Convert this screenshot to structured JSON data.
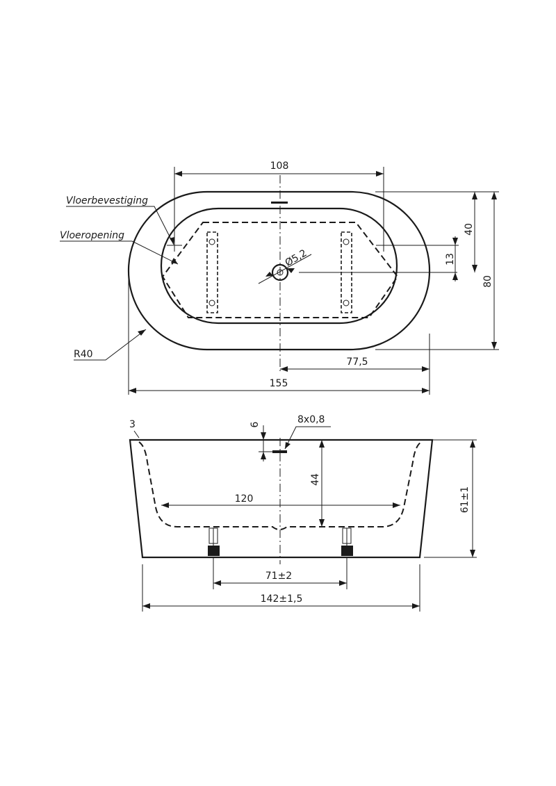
{
  "labels": {
    "vloerbevestiging": "Vloerbevestiging",
    "vloeropening": "Vloeropening",
    "radius": "R40"
  },
  "top_view": {
    "dim_inner_width": "108",
    "dim_outer_length": "155",
    "dim_half_length": "77,5",
    "dim_width": "80",
    "dim_fix_offset": "40",
    "dim_drain_offset": "13",
    "dim_drain_diameter": "Ø5,2"
  },
  "side_view": {
    "dim_rim": "3",
    "dim_overflow_offset": "6",
    "dim_overflow_size": "8x0,8",
    "dim_inner_bottom_length": "120",
    "dim_depth": "44",
    "dim_height": "61±1",
    "dim_feet_distance": "71±2",
    "dim_base_length": "142±1,5"
  }
}
